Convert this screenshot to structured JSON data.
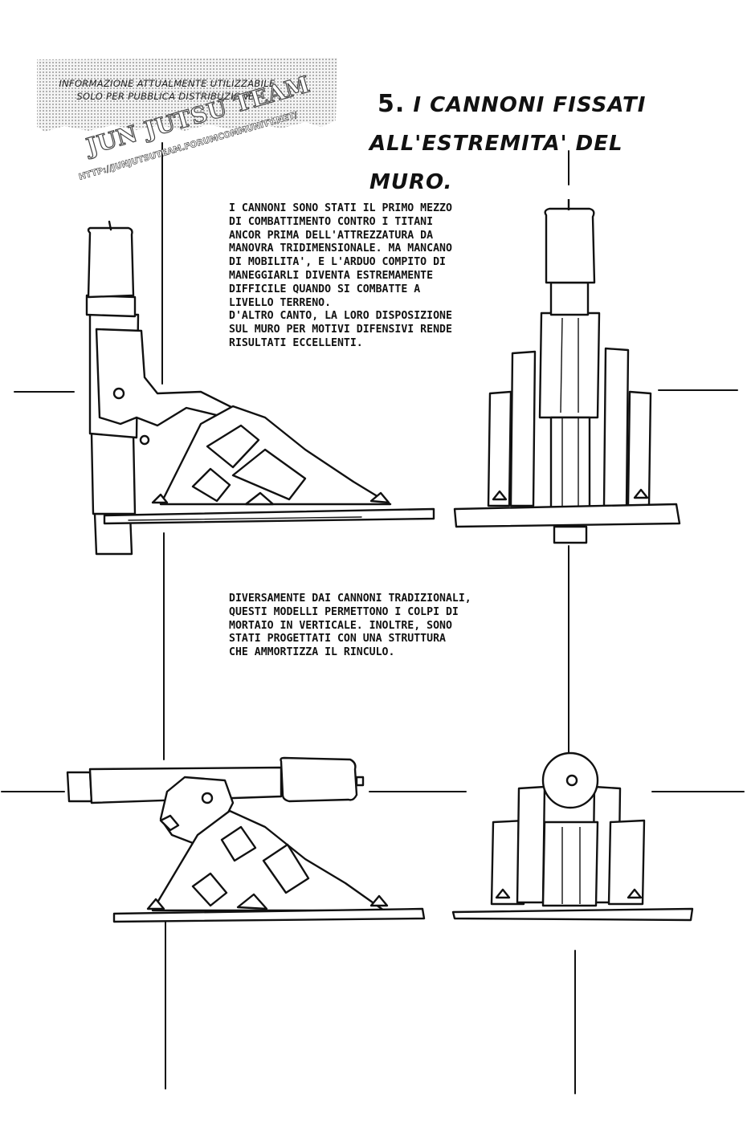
{
  "notice": {
    "lines": [
      "INFORMAZIONE ATTUALMENTE UTILIZZABILE",
      "SOLO PER PUBBLICA DISTRIBUZIONE."
    ]
  },
  "watermark": {
    "main": "JUN JUTSU TEAM",
    "url": "HTTP://JUNJUTSUTEAM.FORUMCOMMUNITY.NET/"
  },
  "title": {
    "number": "5.",
    "line1": "I CANNONI FISSATI",
    "line2": "ALL'ESTREMITA' DEL MURO."
  },
  "paragraph1": {
    "lines": [
      "I CANNONI SONO STATI IL PRIMO MEZZO",
      "DI COMBATTIMENTO CONTRO I TITANI",
      "ANCOR PRIMA DELL'ATTREZZATURA DA",
      "MANOVRA TRIDIMENSIONALE. MA MANCANO",
      "DI MOBILITA', E L'ARDUO COMPITO DI",
      "MANEGGIARLI DIVENTA ESTREMAMENTE",
      "DIFFICILE QUANDO SI COMBATTE A",
      "LIVELLO TERRENO.",
      "D'ALTRO CANTO, LA LORO DISPOSIZIONE",
      "SUL MURO PER MOTIVI DIFENSIVI RENDE",
      "RISULTATI ECCELLENTI."
    ]
  },
  "paragraph2": {
    "lines": [
      "DIVERSAMENTE DAI CANNONI TRADIZIONALI,",
      "QUESTI MODELLI PERMETTONO I COLPI DI",
      "MORTAIO IN VERTICALE. INOLTRE, SONO",
      "STATI PROGETTATI CON UNA STRUTTURA",
      "CHE AMMORTIZZA IL RINCULO."
    ]
  },
  "colors": {
    "ink": "#111111",
    "paper": "#ffffff",
    "tone": "#d8d8d8"
  }
}
